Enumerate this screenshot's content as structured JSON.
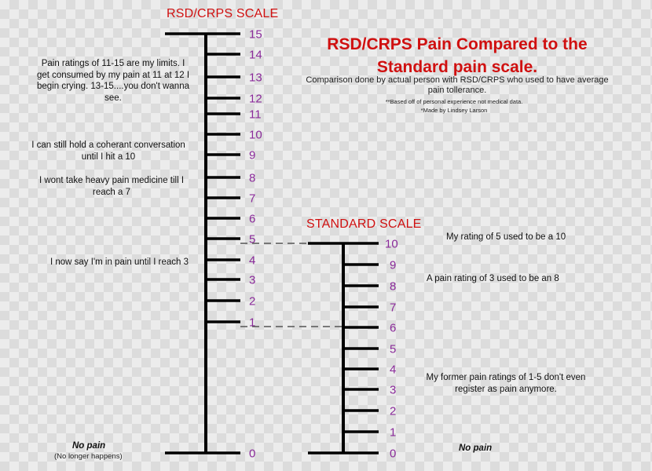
{
  "rsd_scale": {
    "title": "RSD/CRPS SCALE",
    "ticks": [
      "0",
      "1",
      "2",
      "3",
      "4",
      "5",
      "6",
      "7",
      "8",
      "9",
      "10",
      "11",
      "12",
      "13",
      "14",
      "15"
    ]
  },
  "standard_scale": {
    "title": "STANDARD SCALE",
    "ticks": [
      "0",
      "1",
      "2",
      "3",
      "4",
      "5",
      "6",
      "7",
      "8",
      "9",
      "10"
    ]
  },
  "heading": {
    "title_line1": "RSD/CRPS Pain Compared to the",
    "title_line2": "Standard pain scale.",
    "subtitle": "Comparison done by actual person with RSD/CRPS who used to have average pain tollerance.",
    "footnote1": "**Based off of personal experience not medical data.",
    "footnote2": "*Made by Lindsey Larson"
  },
  "left_notes": {
    "note_11_15": "Pain ratings of 11-15 are my limits. I get consumed by my pain at 11 at 12 I begin crying. 13-15....you don't wanna see.",
    "note_10": "I can still hold a coherant conversation until I hit a 10",
    "note_7": "I wont take heavy pain medicine till I reach a 7",
    "note_3": "I now say I'm in pain until I reach 3",
    "no_pain": "No pain",
    "no_longer": "(No longer happens)"
  },
  "right_notes": {
    "note_5_10": "My rating of 5 used to be a 10",
    "note_3_8": "A pain rating of 3 used to be an 8",
    "note_1_5": "My former pain ratings of 1-5 don't even register as pain anymore.",
    "no_pain": "No pain"
  },
  "colors": {
    "title_red": "#d01010",
    "tick_purple": "#8a2a9a",
    "line_black": "#000000",
    "dash_gray": "#555555"
  }
}
